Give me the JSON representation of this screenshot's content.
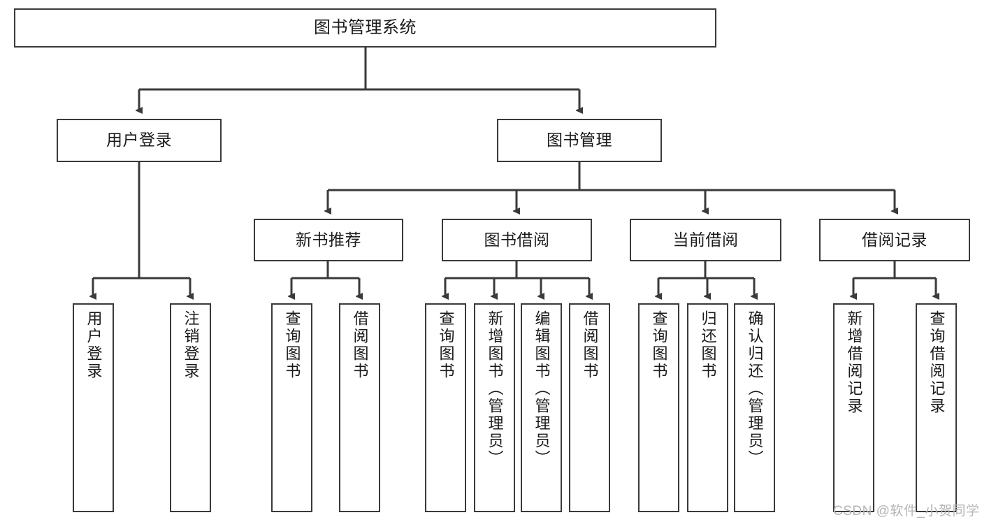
{
  "diagram": {
    "title": "图书管理系统",
    "type": "tree",
    "root": {
      "label": "图书管理系统"
    },
    "level2": [
      {
        "label": "用户登录"
      },
      {
        "label": "图书管理"
      }
    ],
    "level3": [
      {
        "label": "新书推荐"
      },
      {
        "label": "图书借阅"
      },
      {
        "label": "当前借阅"
      },
      {
        "label": "借阅记录"
      }
    ],
    "leaves": {
      "user_login": [
        {
          "label": "用户登录"
        },
        {
          "label": "注销登录"
        }
      ],
      "new_book_recommend": [
        {
          "label": "查询图书"
        },
        {
          "label": "借阅图书"
        }
      ],
      "book_borrow": [
        {
          "label": "查询图书"
        },
        {
          "label": "新增图书（管理员）"
        },
        {
          "label": "编辑图书（管理员）"
        },
        {
          "label": "借阅图书"
        }
      ],
      "current_borrow": [
        {
          "label": "查询图书"
        },
        {
          "label": "归还图书"
        },
        {
          "label": "确认归还（管理员）"
        }
      ],
      "borrow_record": [
        {
          "label": "新增借阅记录"
        },
        {
          "label": "查询借阅记录"
        }
      ]
    }
  },
  "watermark": {
    "text": "CSDN @软件_小贺同学"
  },
  "colors": {
    "stroke": "#3a3a3a",
    "background": "#ffffff",
    "text": "#1a1a1a",
    "watermark": "#b5b5b5"
  }
}
